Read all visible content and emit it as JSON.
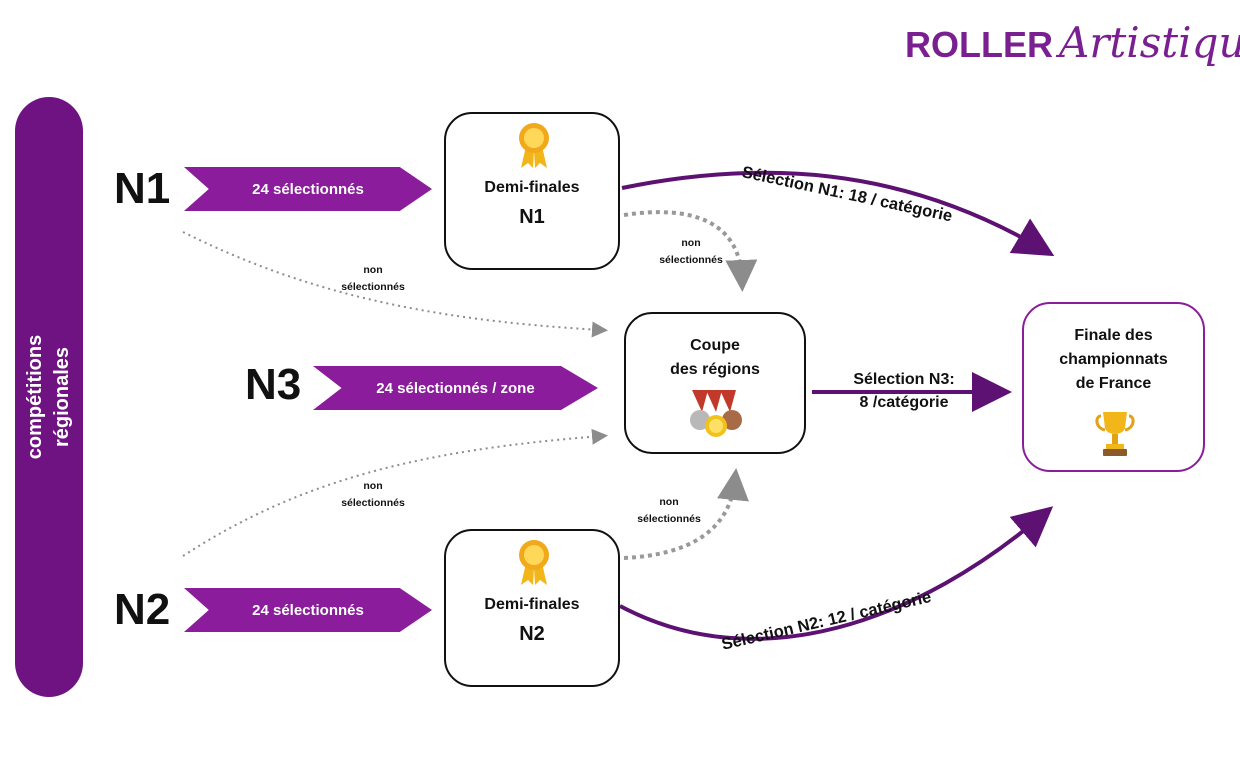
{
  "logo": {
    "brand": "ROLLER",
    "script": "Artistique"
  },
  "sidebar": {
    "line1": "compétitions",
    "line2": "régionales"
  },
  "levels": {
    "n1": "N1",
    "n2": "N2",
    "n3": "N3"
  },
  "chevrons": {
    "n1": "24 sélectionnés",
    "n2": "24 sélectionnés",
    "n3": "24 sélectionnés / zone"
  },
  "boxes": {
    "demi_n1": {
      "title": "Demi-finales",
      "sub": "N1"
    },
    "demi_n2": {
      "title": "Demi-finales",
      "sub": "N2"
    },
    "coupe": {
      "title": "Coupe\ndes régions"
    },
    "finale": {
      "title": "Finale des\nchampionnats\nde France"
    }
  },
  "labels": {
    "non_selected_top_left": "non\nsélectionnés",
    "non_selected_top_mid": "non\nsélectionnés",
    "non_selected_bottom_left": "non\nsélectionnés",
    "non_selected_bottom_mid": "non\nsélectionnés",
    "selection_n1": "Sélection N1:  18 / catégorie",
    "selection_n2": "Sélection N2: 12 / catégorie",
    "selection_n3": "Sélection N3:\n8 /catégorie"
  },
  "icons": {
    "demi_n1": "medal-rosette-icon",
    "demi_n2": "medal-rosette-icon",
    "coupe": "medals-icon",
    "finale": "trophy-icon"
  },
  "colors": {
    "purple": "#6f1382",
    "accent": "#8b1c9b",
    "gold": "#f2b61b",
    "dashed": "#999999"
  }
}
